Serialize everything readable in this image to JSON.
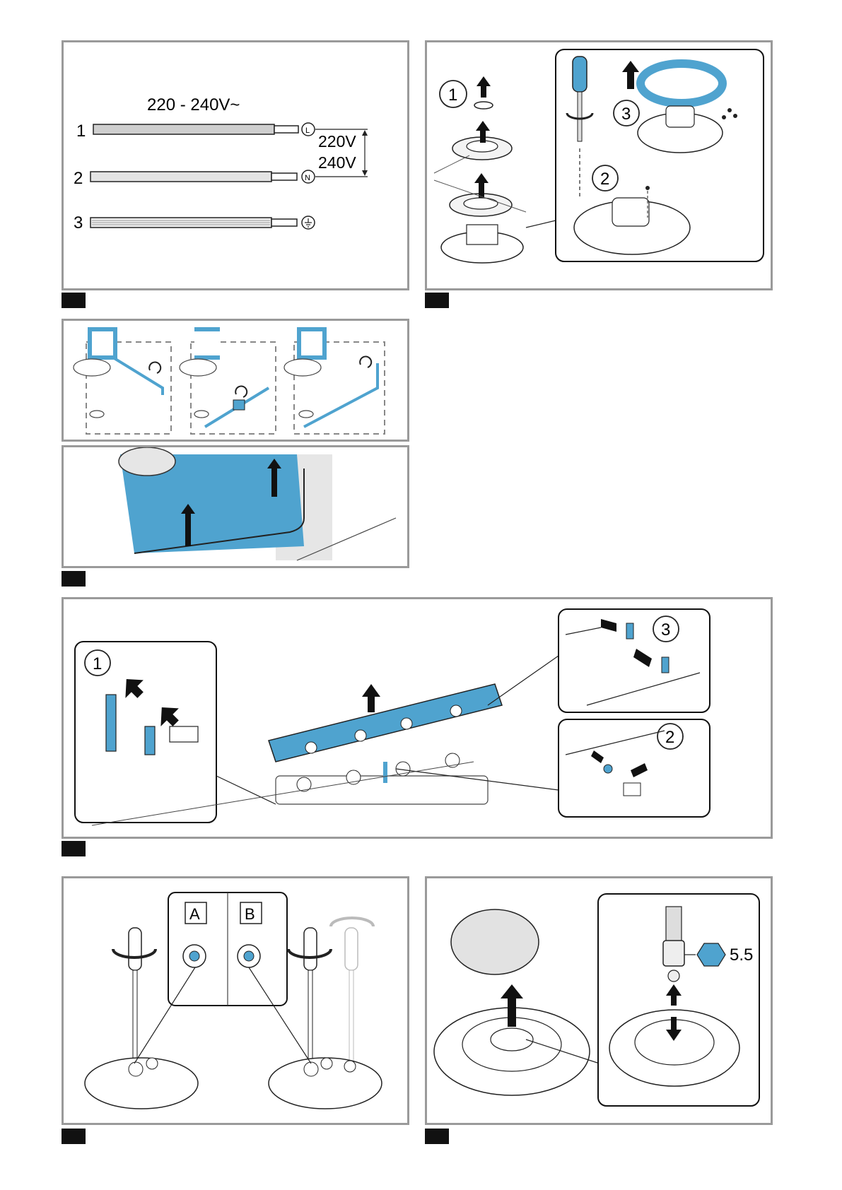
{
  "figure1": {
    "voltage_label": "220 - 240V~",
    "wires": [
      {
        "number": "1",
        "terminal": "L"
      },
      {
        "number": "2",
        "terminal": "N"
      },
      {
        "number": "3",
        "terminal": "earth"
      }
    ],
    "voltage_top": "220V",
    "voltage_bottom": "240V"
  },
  "figure2": {
    "step1": "1",
    "step2": "2",
    "step3": "3"
  },
  "figure5": {
    "step1": "1",
    "step2": "2",
    "step3": "3"
  },
  "figure6": {
    "option_a": "A",
    "option_b": "B"
  },
  "figure7": {
    "wrench_size": "5.5"
  },
  "colors": {
    "accent_blue": "#4fa3cf",
    "panel_border": "#9a9a9a",
    "tag": "#111111"
  }
}
